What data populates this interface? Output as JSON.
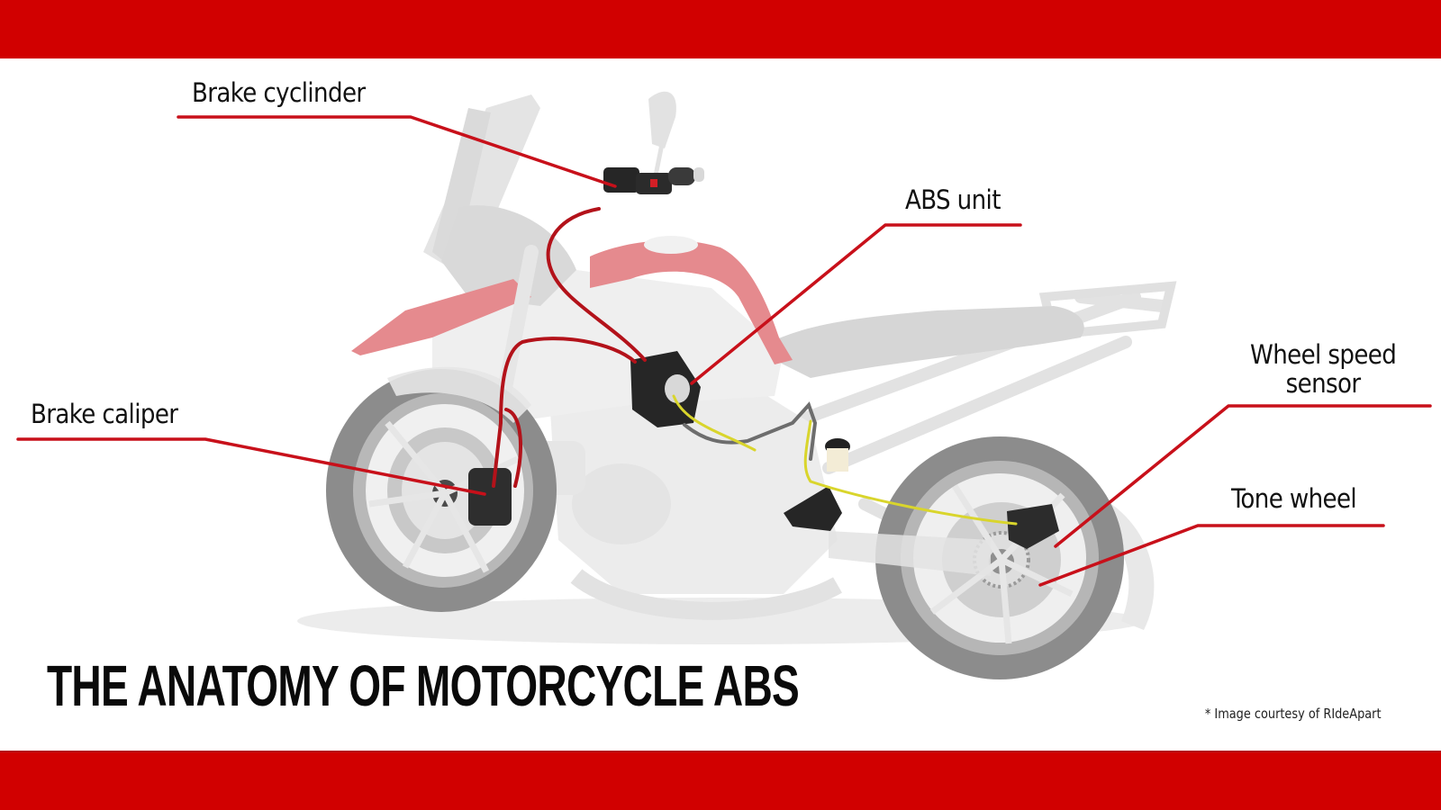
{
  "colors": {
    "band": "#d10000",
    "leader_line": "#c8101a",
    "bike_red": "#e58a8e",
    "bike_grey": "#dcdcdc",
    "tire": "#8a8a8a",
    "brake_line": "#b3121a",
    "sensor_cable": "#d9d52c",
    "component_dark": "#2a2a2a"
  },
  "title": "THE ANATOMY OF MOTORCYCLE ABS",
  "credit": "* Image courtesy of RIdeApart",
  "callouts": [
    {
      "id": "brake-cylinder",
      "label": "Brake cyclinder"
    },
    {
      "id": "abs-unit",
      "label": "ABS unit"
    },
    {
      "id": "brake-caliper",
      "label": "Brake caliper"
    },
    {
      "id": "wheel-speed-sensor",
      "label": "Wheel speed\nsensor"
    },
    {
      "id": "tone-wheel",
      "label": "Tone wheel"
    }
  ]
}
